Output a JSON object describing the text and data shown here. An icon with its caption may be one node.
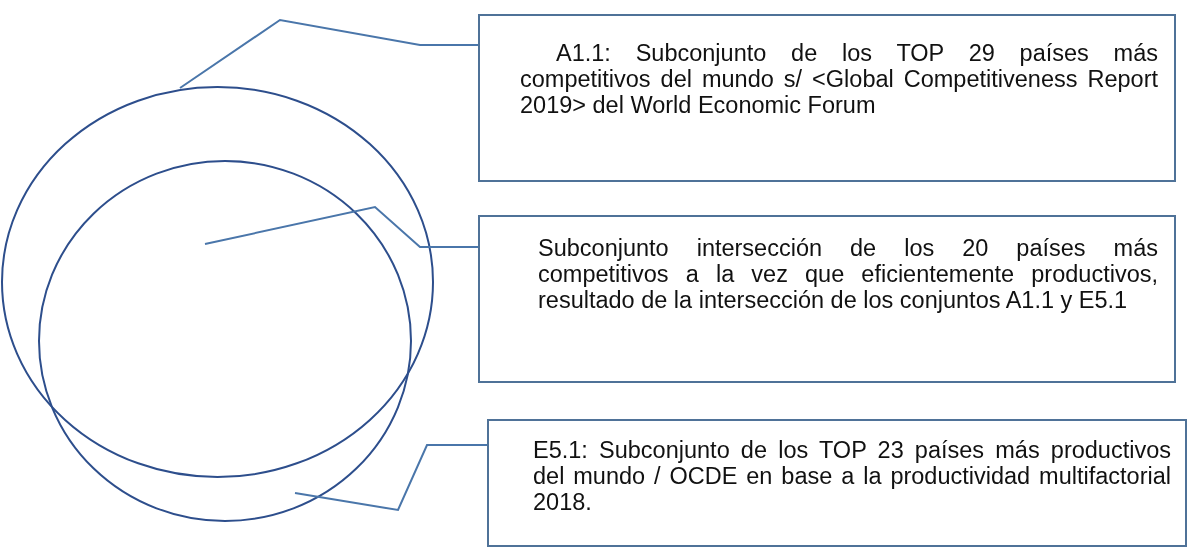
{
  "diagram": {
    "nodes": [
      {
        "text": [],
        "shape": "circle"
      },
      {
        "text": [],
        "shape": "circle"
      },
      {
        "text": [
          "A1.1: Subconjunto de los TOP 29 países más competitivos del mundo s/ <Global Competitiveness Report 2019> del World Economic Forum"
        ]
      },
      {
        "text": [
          "Subconjunto intersección de los 20 países más competitivos a la vez que eficientemente productivos, resultado de la intersección de los conjuntos A1.1 y E5.1"
        ]
      },
      {
        "text": [
          "E5.1: Subconjunto de los TOP 23 países más productivos del mundo / OCDE en base a la productividad multifactorial 2018."
        ]
      }
    ],
    "edges": [
      {
        "from": 2,
        "to": 0,
        "arrow": "none"
      },
      {
        "from": 3,
        "to": 1,
        "arrow": "none"
      },
      {
        "from": 4,
        "to": 1,
        "arrow": "none"
      }
    ]
  }
}
